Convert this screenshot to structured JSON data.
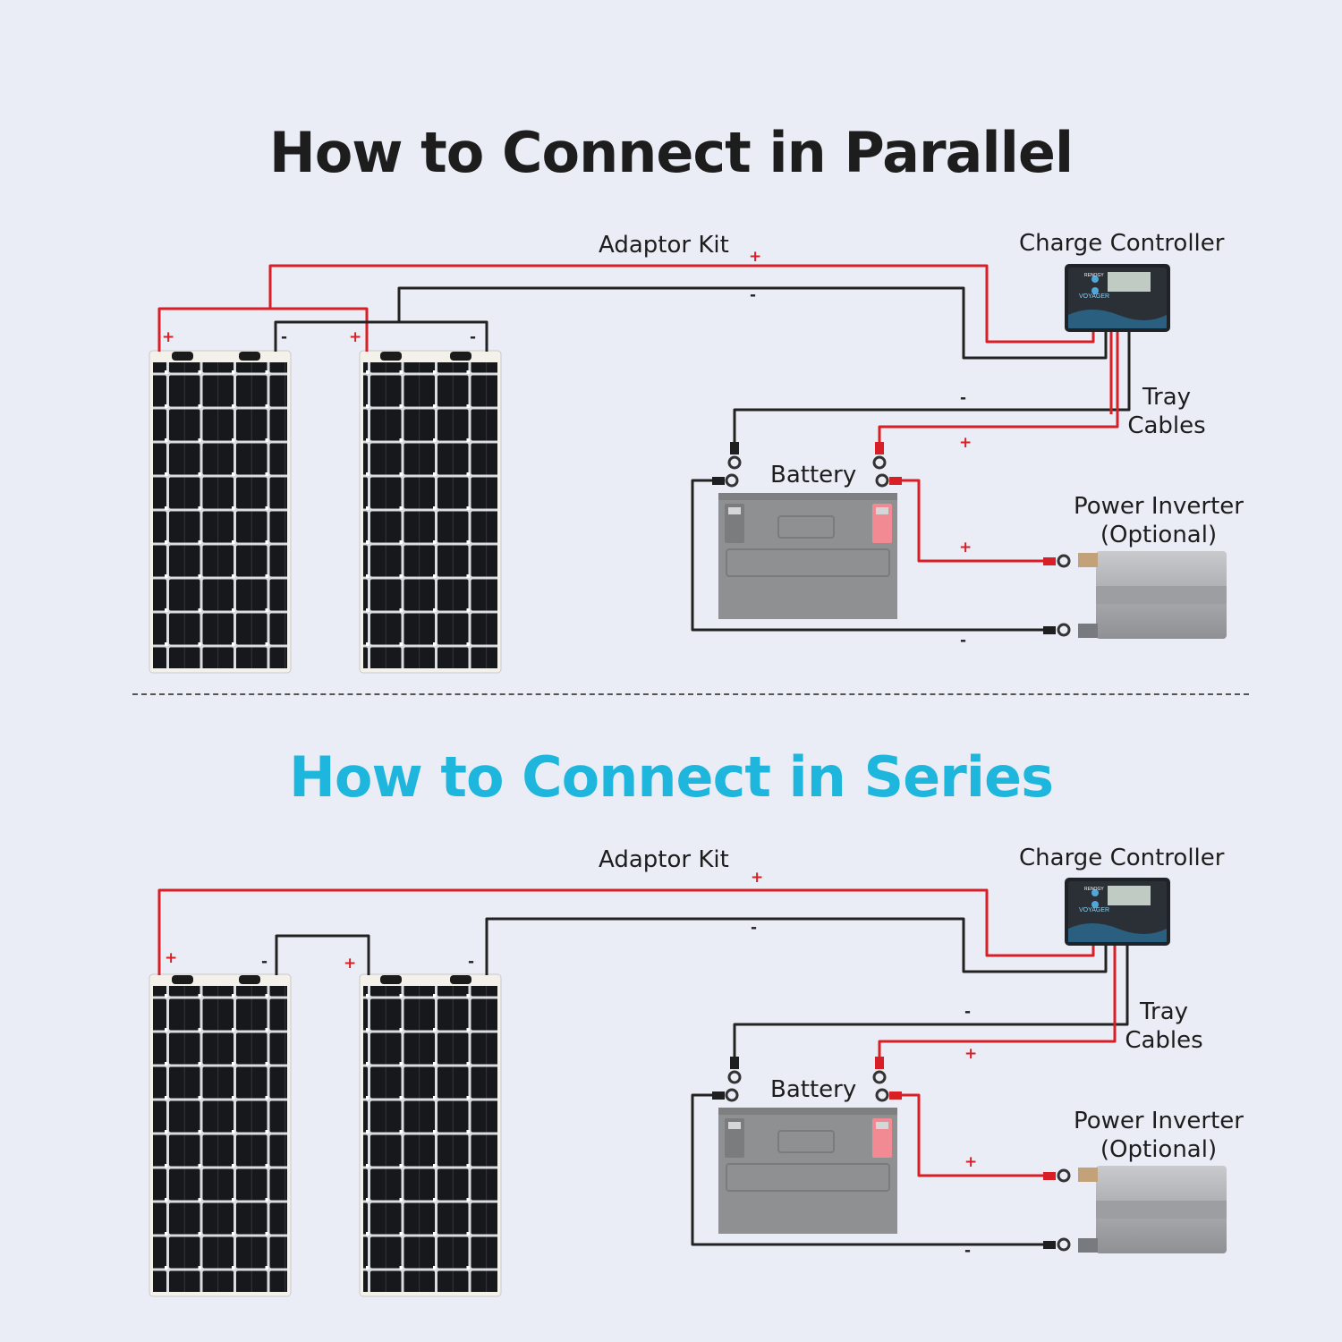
{
  "parallel": {
    "title": "How to Connect in Parallel",
    "adaptor_kit": "Adaptor Kit",
    "charge_controller": "Charge Controller",
    "tray_cables": [
      "Tray",
      "Cables"
    ],
    "battery": "Battery",
    "power_inverter": [
      "Power Inverter",
      "(Optional)"
    ],
    "plus": "+",
    "minus": "-"
  },
  "series": {
    "title": "How to Connect in Series",
    "adaptor_kit": "Adaptor Kit",
    "charge_controller": "Charge Controller",
    "tray_cables": [
      "Tray",
      "Cables"
    ],
    "battery": "Battery",
    "power_inverter": [
      "Power Inverter",
      "(Optional)"
    ],
    "plus": "+",
    "minus": "-"
  },
  "controller": {
    "brand": "RENOGY",
    "model": "VOYAGER"
  },
  "colors": {
    "title_series": "#1fb6dd",
    "title_parallel": "#1d1d1d",
    "positive_wire": "#d81f26",
    "negative_wire": "#222222",
    "background": "#eaedf6"
  }
}
